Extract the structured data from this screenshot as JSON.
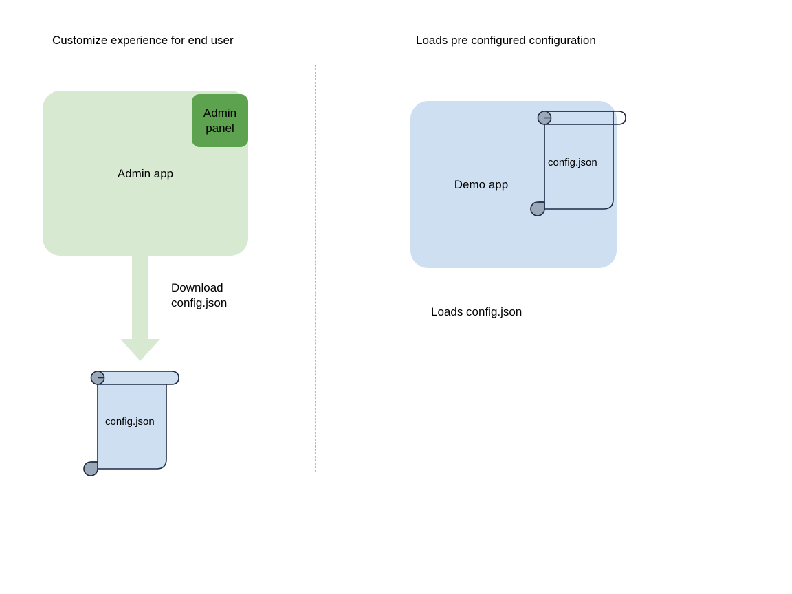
{
  "diagram": {
    "type": "flow-diagram",
    "background_color": "#ffffff",
    "panels": [
      {
        "id": "left",
        "title": "Customize experience for end user"
      },
      {
        "id": "right",
        "title": "Loads pre configured configuration"
      }
    ],
    "divider": {
      "style": "dashed-vertical",
      "color": "#b9b9b9"
    }
  },
  "left_panel": {
    "title": "Customize experience for end user",
    "app_card": {
      "label": "Admin app",
      "fill_color": "#d8e9d2"
    },
    "admin_panel": {
      "label": "Admin\npanel",
      "fill_color": "#5da24f"
    },
    "arrow": {
      "label": "Download\nconfig.json",
      "color": "#d8e9d2",
      "direction": "down"
    },
    "document": {
      "label": "config.json",
      "fill_color": "#cddff0",
      "stroke_color": "#1f2a44",
      "curl_color": "#9aa8b8"
    }
  },
  "right_panel": {
    "title": "Loads pre configured configuration",
    "app_card": {
      "label": "Demo app",
      "fill_color": "#cddff0"
    },
    "document": {
      "label": "config.json",
      "fill_color": "transparent",
      "stroke_color": "#1f2a44",
      "curl_color": "#9aa8b8"
    },
    "caption": "Loads config.json"
  }
}
